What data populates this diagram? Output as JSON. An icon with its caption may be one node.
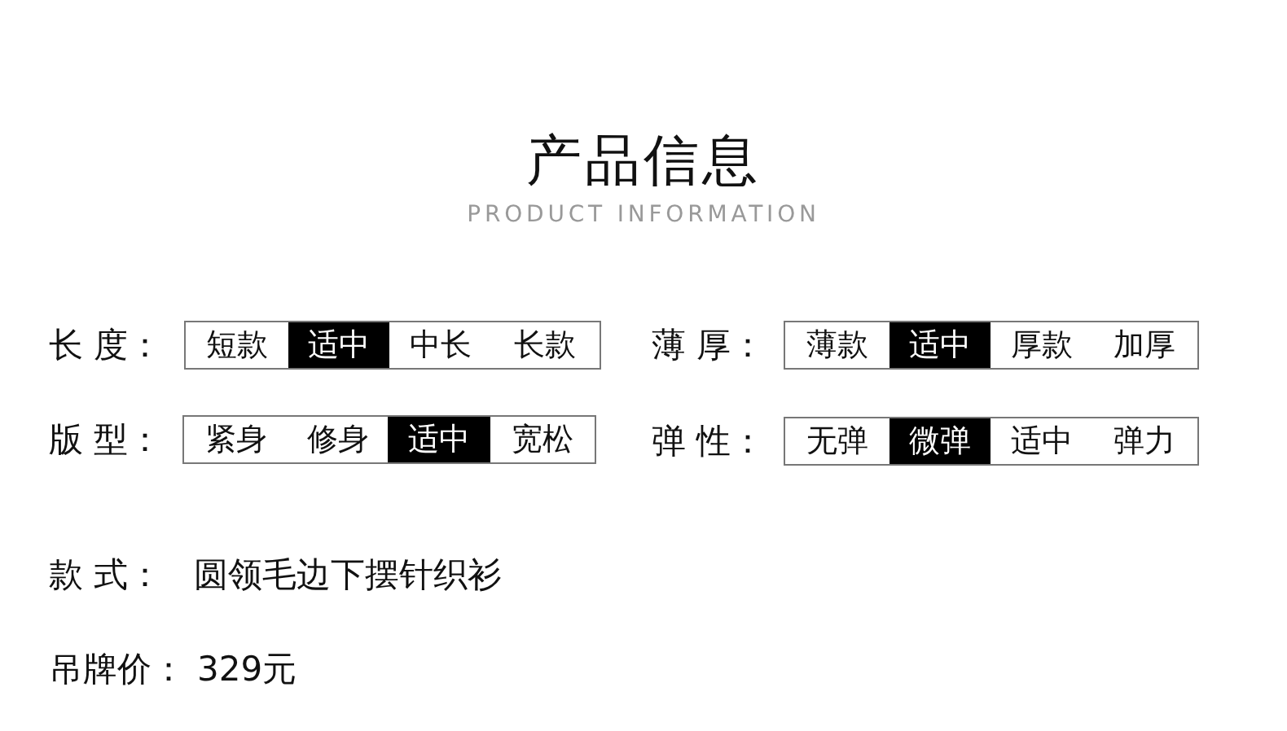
{
  "diagram": {
    "title": "产品信息",
    "labels": [
      "PRODUCT INFORMATION",
      "长 度：",
      "短款",
      "适中",
      "中长",
      "长款",
      "薄 厚：",
      "薄款",
      "适中",
      "厚款",
      "加厚",
      "版 型：",
      "紧身",
      "修身",
      "适中",
      "宽松",
      "弹 性：",
      "无弹",
      "微弹",
      "适中",
      "弹力",
      "款 式：",
      "圆领毛边下摆针织衫",
      "吊牌价：",
      "329元"
    ]
  }
}
